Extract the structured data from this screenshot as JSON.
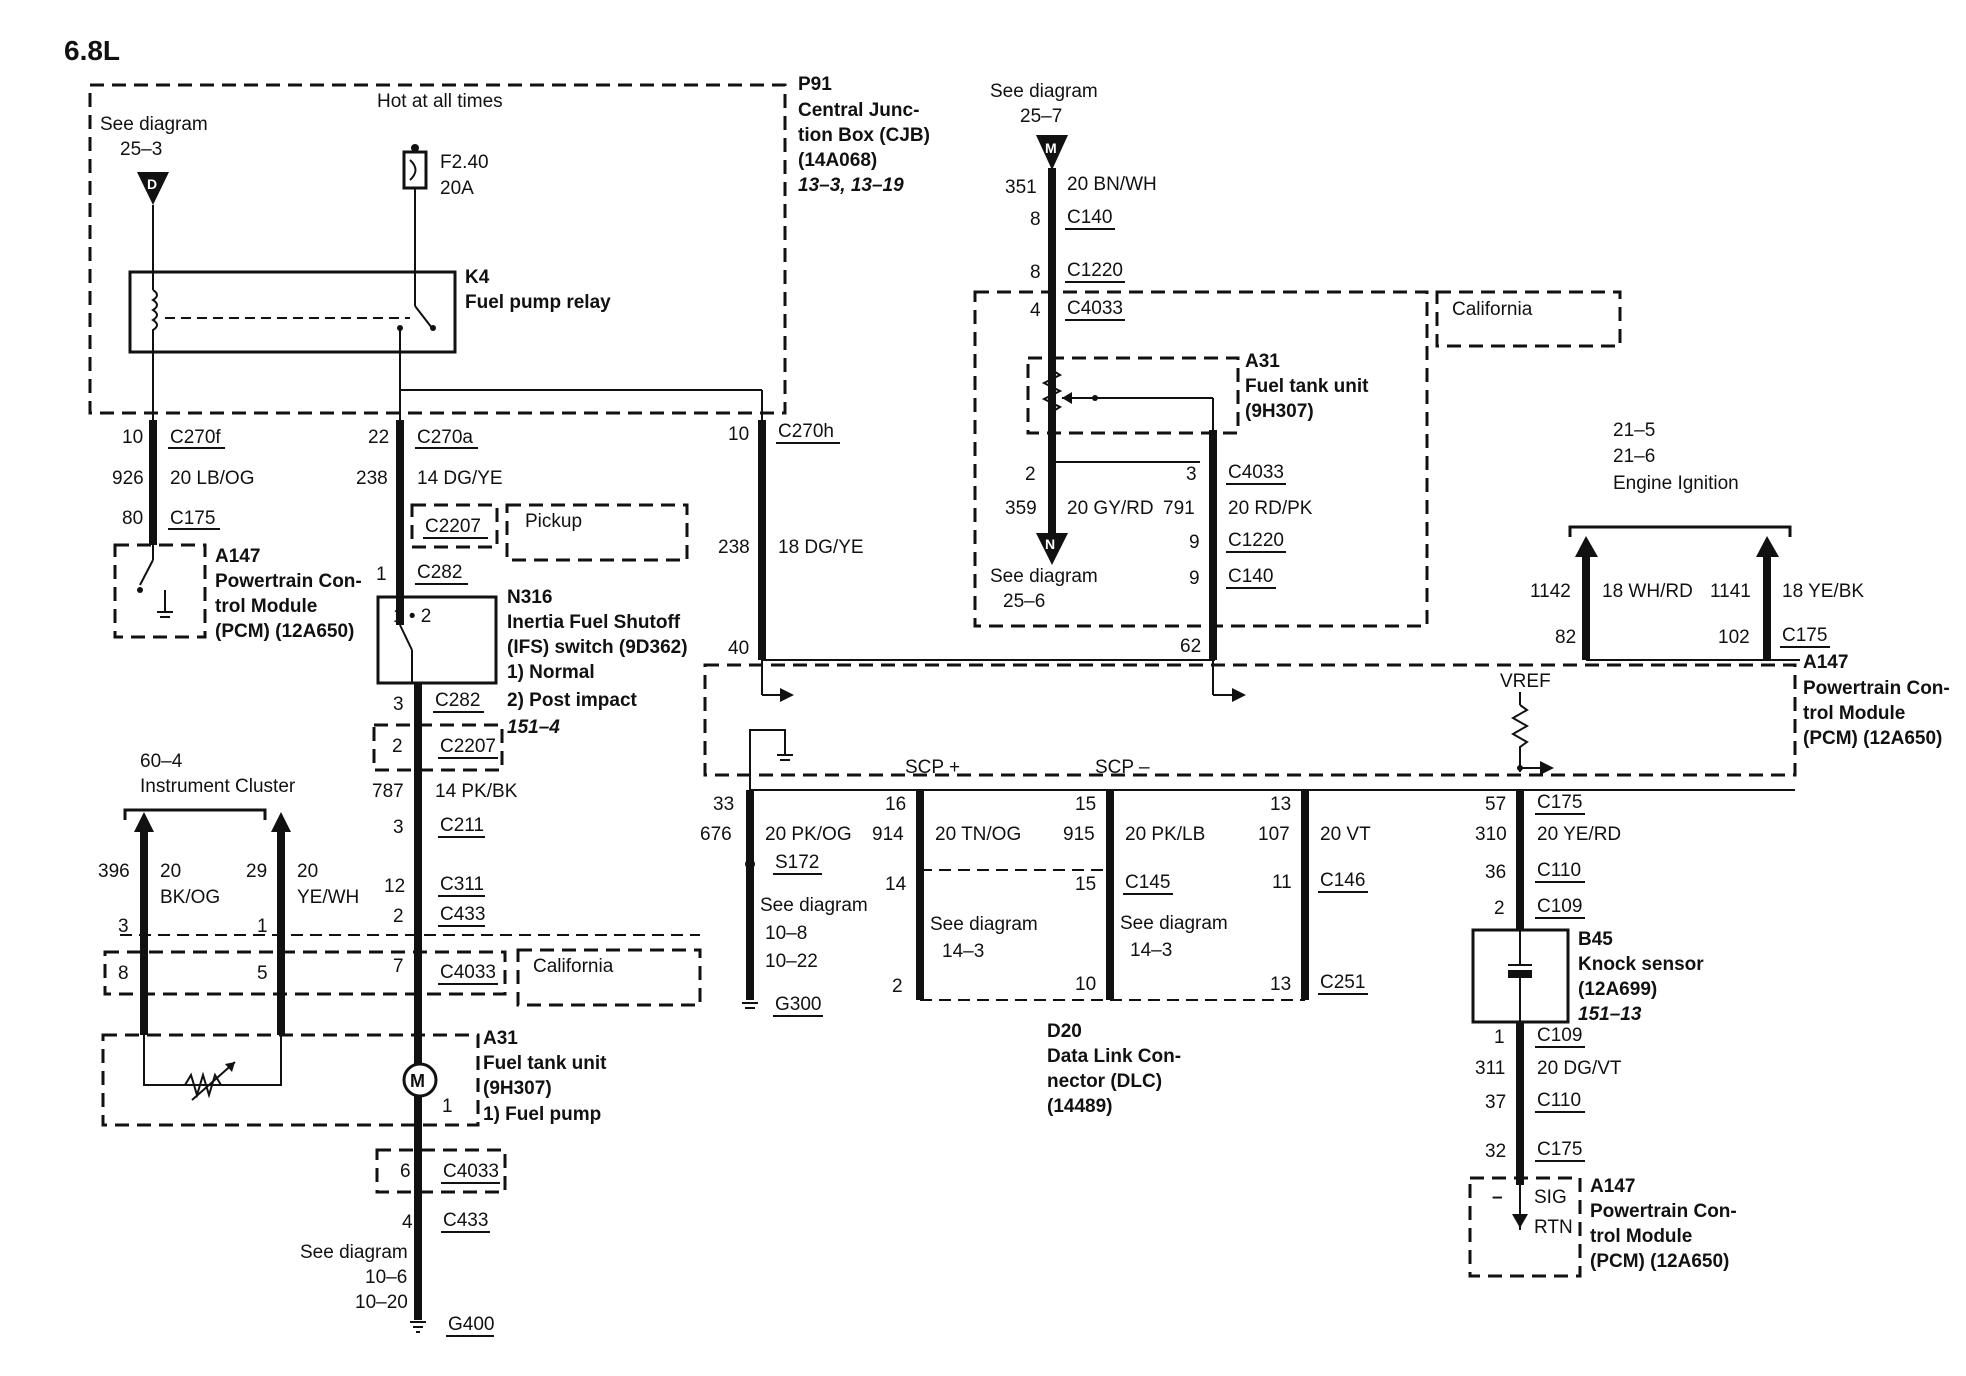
{
  "title": "6.8L",
  "cjb": {
    "id": "P91",
    "name_lines": [
      "Central Junc-",
      "tion Box (CJB)",
      "(14A068)"
    ],
    "ref": "13–3, 13–19",
    "hot": "Hot at all times",
    "see_diagram": "See diagram",
    "see_ref": "25–3",
    "conn_d": "D",
    "fuse": "F2.40",
    "fuse_amp": "20A"
  },
  "relay": {
    "id": "K4",
    "name": "Fuel pump relay"
  },
  "left_pcm": {
    "c1_pin": "10",
    "c1": "C270f",
    "circuit": "926",
    "wire": "20 LB/OG",
    "c2_pin": "80",
    "c2": "C175",
    "id": "A147",
    "name_lines": [
      "Powertrain Con-",
      "trol Module",
      "(PCM) (12A650)"
    ]
  },
  "pump_feed": {
    "c1_pin": "22",
    "c1": "C270a",
    "circuit": "238",
    "wire": "14 DG/YE",
    "pickup_conn": "C2207",
    "pickup": "Pickup",
    "c282_pin_top": "1",
    "c282_top": "C282",
    "ifs_id": "N316",
    "ifs_lines": [
      "Inertia Fuel Shutoff",
      "(IFS) switch (9D362)"
    ],
    "ifs_opt1": "1)   Normal",
    "ifs_opt2": "2)   Post impact",
    "ifs_pins": "1 • 2",
    "c282_pin_bot": "3",
    "c282_bot": "C282",
    "c2207_pin": "2",
    "c2207": "C2207",
    "ref": "151–4",
    "circuit2": "787",
    "wire2": "14 PK/BK",
    "c211_pin": "3",
    "c211": "C211",
    "c311_pin": "12",
    "c311": "C311",
    "c433_pin": "2",
    "c433": "C433",
    "c4033_pin": "7",
    "c4033": "C4033",
    "california": "California"
  },
  "cluster": {
    "ref": "60–4",
    "name": "Instrument Cluster",
    "w1_circuit": "396",
    "w1_wire_a": "20",
    "w1_wire_b": "BK/OG",
    "w2_circuit": "29",
    "w2_wire_a": "20",
    "w2_wire_b": "YE/WH",
    "pin3": "3",
    "pin1": "1",
    "pin8": "8",
    "pin5": "5"
  },
  "tank_low": {
    "id": "A31",
    "name_lines": [
      "Fuel tank unit",
      "(9H307)"
    ],
    "opt": "1)   Fuel pump",
    "motor": "M",
    "pin": "1",
    "c4033_pin": "6",
    "c4033": "C4033",
    "c433_pin": "4",
    "c433": "C433",
    "see_diagram": "See diagram",
    "see_ref1": "10–6",
    "see_ref2": "10–20",
    "ground": "G400"
  },
  "c270h": {
    "pin": "10",
    "conn": "C270h",
    "circuit": "238",
    "wire": "18 DG/YE",
    "pcm_pin": "40"
  },
  "top_right": {
    "see_diagram": "See diagram",
    "see_ref": "25–7",
    "conn_m": "M",
    "circuit": "351",
    "wire": "20 BN/WH",
    "c140_pin": "8",
    "c140": "C140",
    "c1220_pin": "8",
    "c1220": "C1220",
    "c4033_pin": "4",
    "c4033": "C4033",
    "california": "California",
    "tank_id": "A31",
    "tank_lines": [
      "Fuel tank unit",
      "(9H307)"
    ],
    "b_pin2": "2",
    "b_pin3": "3",
    "b_c4033": "C4033",
    "circuit_n": "359",
    "wire_n": "20 GY/RD",
    "circuit_r": "791",
    "wire_r": "20 RD/PK",
    "conn_n": "N",
    "c1220b_pin": "9",
    "c1220b": "C1220",
    "c140b_pin": "9",
    "c140b": "C140",
    "see_diagram2": "See diagram",
    "see_ref2": "25–6",
    "pcm_pin": "62"
  },
  "ignition": {
    "refs": [
      "21–5",
      "21–6"
    ],
    "name": "Engine Ignition",
    "w1_circuit": "1142",
    "w1_wire": "18 WH/RD",
    "w1_pin": "82",
    "w2_circuit": "1141",
    "w2_wire": "18 YE/BK",
    "w2_pin": "102",
    "conn": "C175"
  },
  "right_pcm": {
    "id": "A147",
    "name_lines": [
      "Powertrain Con-",
      "trol Module",
      "(PCM) (12A650)"
    ],
    "vref": "VREF"
  },
  "scp": {
    "plus": "SCP +",
    "minus": "SCP –",
    "g_pin": "33",
    "g_circuit": "676",
    "g_wire": "20 PK/OG",
    "s172": "S172",
    "g_see": "See diagram",
    "g_ref1": "10–8",
    "g_ref2": "10–22",
    "g300": "G300",
    "p_pin": "16",
    "p_circuit": "914",
    "p_wire": "20 TN/OG",
    "p_pin2": "14",
    "p_pin3": "2",
    "p_see": "See diagram",
    "p_ref": "14–3",
    "m_pin": "15",
    "m_circuit": "915",
    "m_wire": "20 PK/LB",
    "m_pin2": "15",
    "m_c145": "C145",
    "m_pin3": "10",
    "m_see": "See diagram",
    "m_ref": "14–3",
    "v_pin": "13",
    "v_circuit": "107",
    "v_wire": "20 VT",
    "v_pin2": "11",
    "v_c146": "C146",
    "v_pin3": "13",
    "v_c251": "C251",
    "dlc_id": "D20",
    "dlc_lines": [
      "Data Link Con-",
      "nector (DLC)",
      "(14489)"
    ]
  },
  "knock": {
    "c175_pin": "57",
    "c175": "C175",
    "circuit": "310",
    "wire": "20 YE/RD",
    "c110_pin": "36",
    "c110": "C110",
    "c109_pin": "2",
    "c109": "C109",
    "id": "B45",
    "name_lines": [
      "Knock sensor",
      "(12A699)"
    ],
    "ref": "151–13",
    "b_c109_pin": "1",
    "b_c109": "C109",
    "circuit2": "311",
    "wire2": "20 DG/VT",
    "b_c110_pin": "37",
    "b_c110": "C110",
    "b_c175_pin": "32",
    "b_c175": "C175",
    "minus": "–",
    "sig": "SIG",
    "rtn": "RTN",
    "pcm_id": "A147",
    "pcm_lines": [
      "Powertrain Con-",
      "trol Module",
      "(PCM) (12A650)"
    ]
  }
}
